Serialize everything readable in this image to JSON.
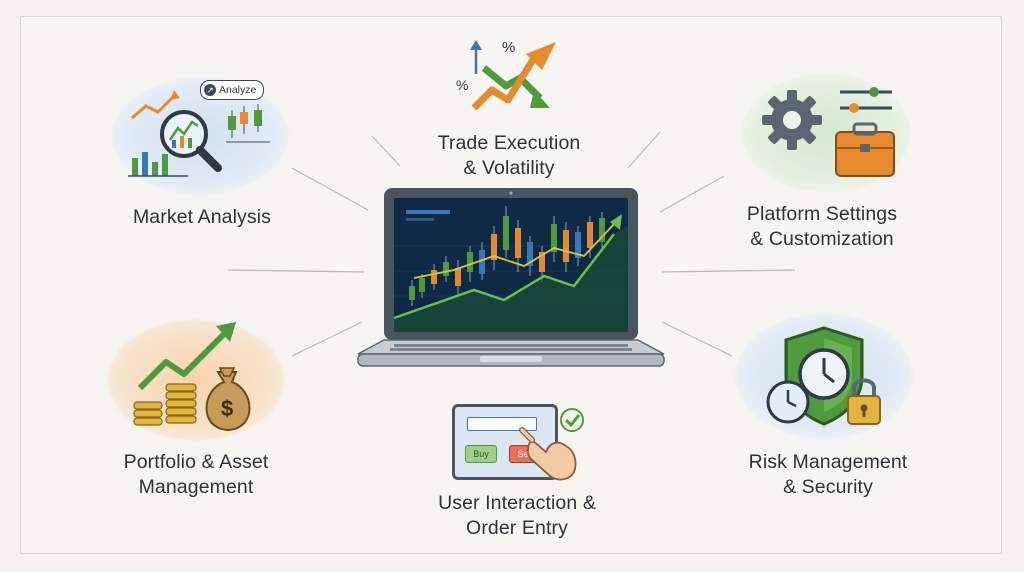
{
  "center": {
    "name": "trading-laptop"
  },
  "nodes": {
    "market_analysis": {
      "line1": "Market Analysis",
      "badge": "Analyze"
    },
    "trade_execution": {
      "line1": "Trade Execution",
      "line2": "& Volatility",
      "percent_top": "%",
      "percent_left": "%"
    },
    "platform_settings": {
      "line1": "Platform Settings",
      "line2": "& Customization"
    },
    "portfolio": {
      "line1": "Portfolio & Asset",
      "line2": "Management",
      "currency_symbol": "$"
    },
    "user_interaction": {
      "line1": "User Interaction &",
      "line2": "Order Entry",
      "buy_label": "Buy",
      "sell_label": "Sell"
    },
    "risk": {
      "line1": "Risk Management",
      "line2": "& Security"
    }
  },
  "colors": {
    "green": "#4f9a3e",
    "orange": "#e58a2e",
    "blue": "#3a76b8",
    "screen": "#0f2a44",
    "laptop": "#c9ccd1"
  }
}
